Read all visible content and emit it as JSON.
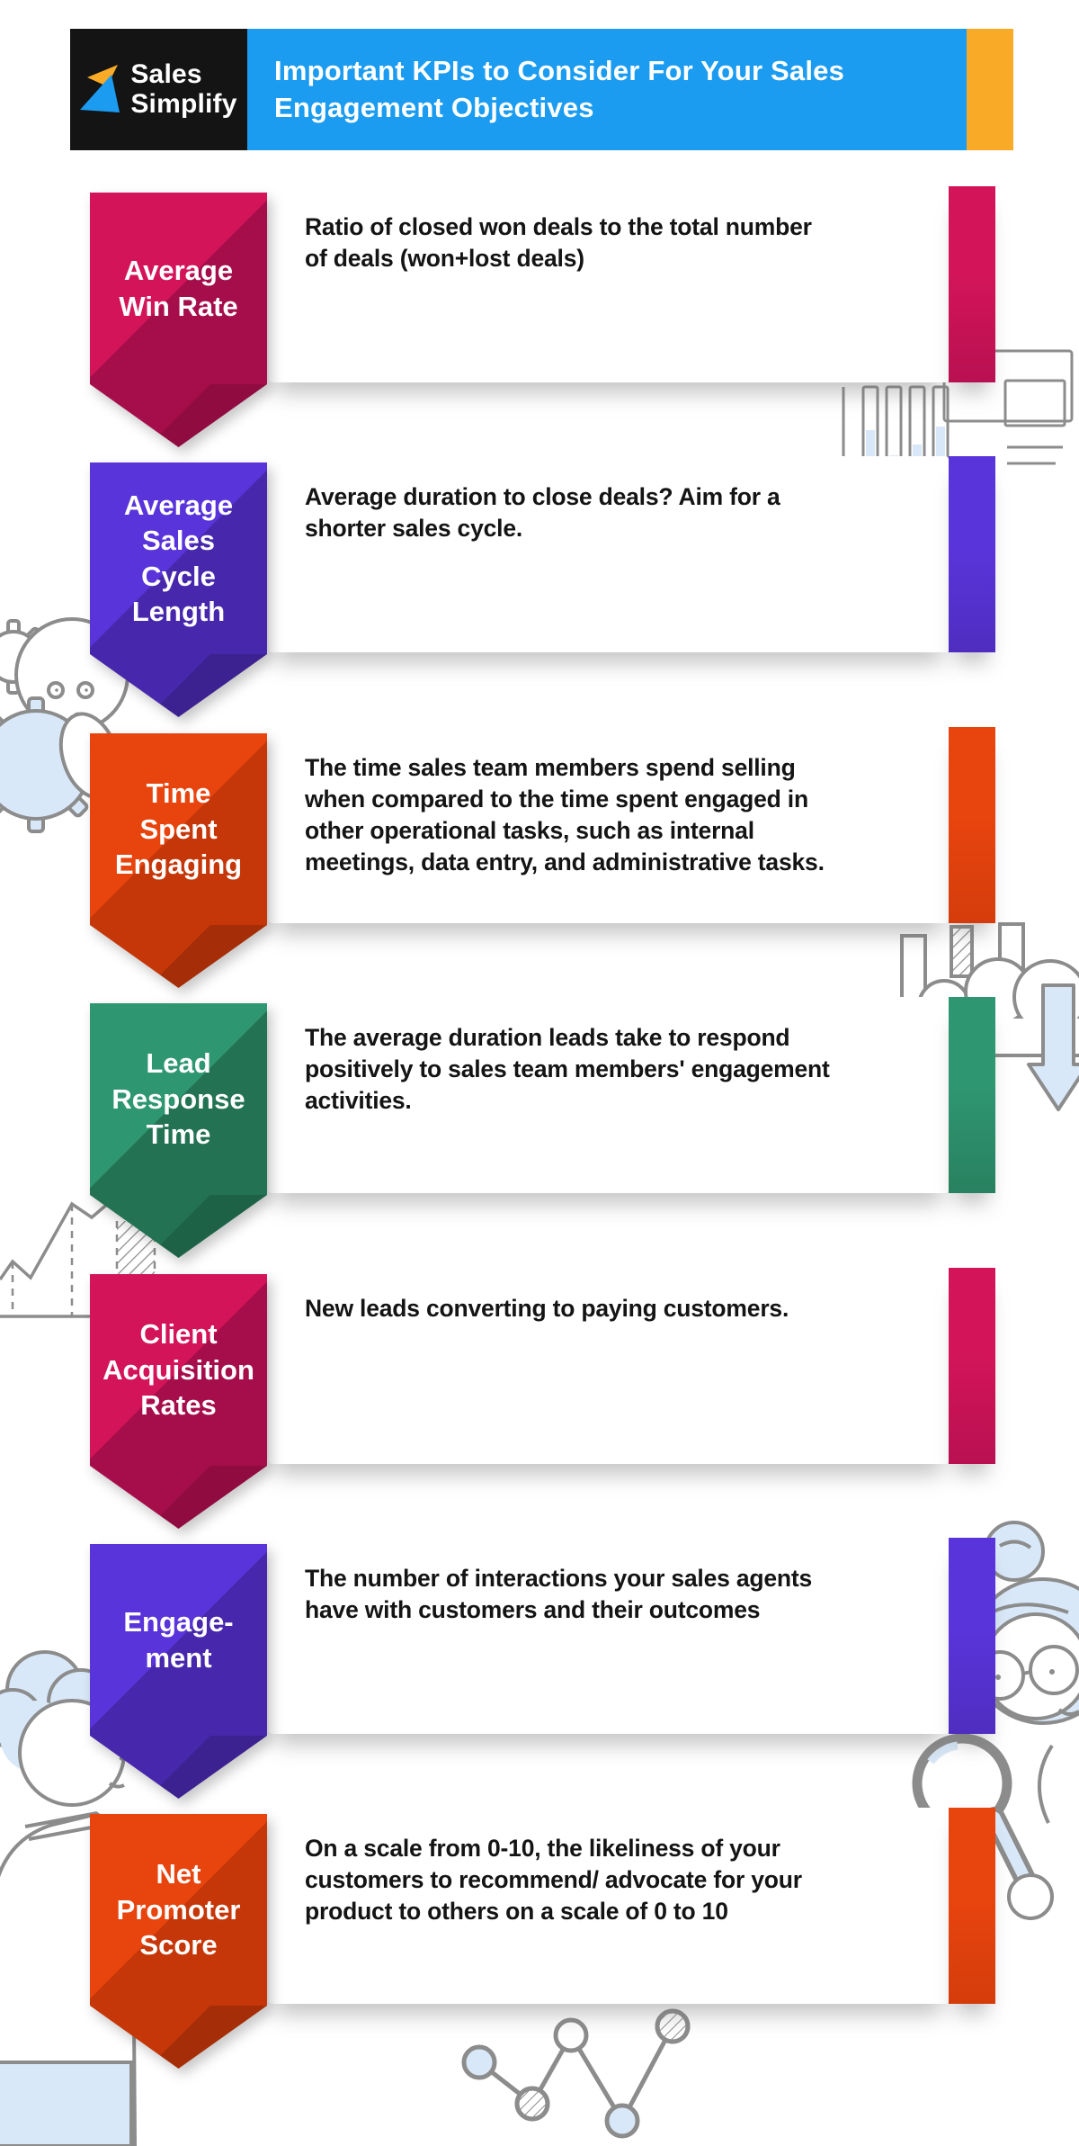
{
  "header": {
    "logo_line1": "Sales",
    "logo_line2": "Simplify",
    "title": "Important KPIs to Consider For Your Sales Engagement Objectives",
    "colors": {
      "logo_bg": "#141414",
      "title_bg": "#1B9CF0",
      "accent": "#F9AB28"
    }
  },
  "themes": {
    "pink": {
      "light": "#D31459",
      "dark": "#A50E4B",
      "darker": "#8F0B40"
    },
    "purple": {
      "light": "#5A34DB",
      "dark": "#4728AC",
      "darker": "#3C2191"
    },
    "orange": {
      "light": "#E8440E",
      "dark": "#C53709",
      "darker": "#A52D07"
    },
    "green": {
      "light": "#2F9672",
      "dark": "#237253",
      "darker": "#1D6147"
    }
  },
  "sections": [
    {
      "label": "Average\nWin Rate",
      "theme": "pink",
      "description": "Ratio of closed won deals to the total number\nof deals (won+lost deals)"
    },
    {
      "label": "Average\nSales\nCycle\nLength",
      "theme": "purple",
      "description": "Average duration to close deals? Aim for a\nshorter sales cycle."
    },
    {
      "label": "Time\nSpent\nEngaging",
      "theme": "orange",
      "description": "The time sales team members spend selling\nwhen compared to the time spent engaged in\nother operational tasks, such as internal\nmeetings, data entry, and administrative tasks."
    },
    {
      "label": "Lead\nResponse\nTime",
      "theme": "green",
      "description": "The average duration leads take to respond\npositively to sales team members' engagement\nactivities."
    },
    {
      "label": "Client\nAcquisition\nRates",
      "theme": "pink",
      "description": "New leads converting to paying customers."
    },
    {
      "label": "Engage-\nment",
      "theme": "purple",
      "description": "The number of interactions your sales agents\nhave with customers and their outcomes"
    },
    {
      "label": "Net\nPromoter\nScore",
      "theme": "orange",
      "description": "On a scale from 0-10, the likeliness of your\ncustomers to recommend/ advocate for your\nproduct to others on a scale of 0 to 10"
    }
  ],
  "decorations": [
    "bar-chart-window-illustration",
    "gear-clock-illustration",
    "cloud-download-illustration",
    "mountain-chart-illustration",
    "person-left-illustration",
    "person-magnifier-illustration",
    "dot-network-illustration"
  ],
  "line_art_colors": {
    "stroke": "#8C8C8C",
    "fill_blue": "#D9E8F8"
  }
}
